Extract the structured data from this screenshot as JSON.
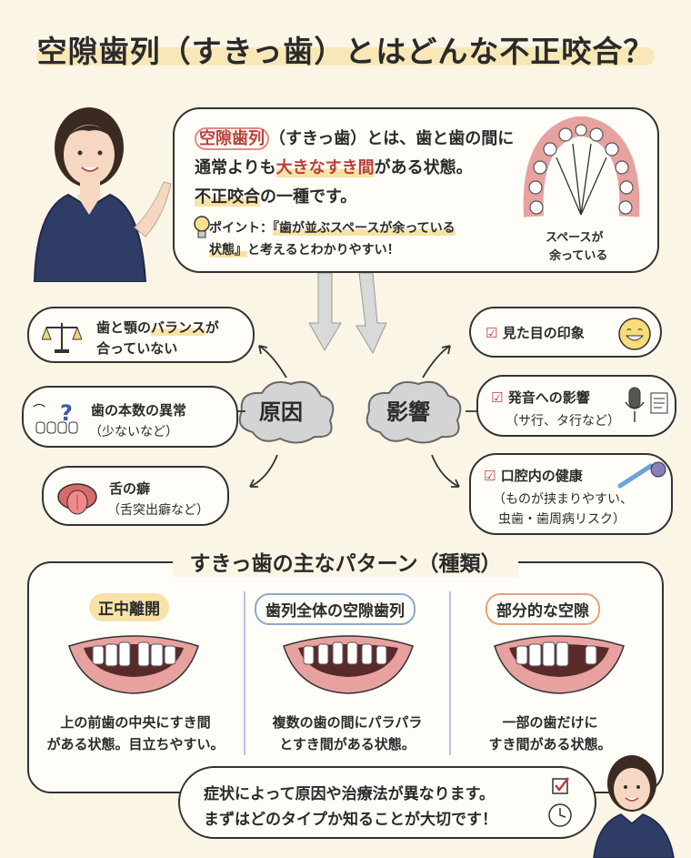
{
  "title": "空隙歯列（すきっ歯）とはどんな不正咬合？",
  "intro": {
    "term": "空隙歯列",
    "line1_rest": "（すきっ歯）とは、歯と歯の間に",
    "line2_pre": "通常よりも",
    "line2_hl": "大きなすき間",
    "line2_post": "がある状態。",
    "line3_hl": "不正咬合",
    "line3_post": "の一種です。",
    "point_label": "ポイント：",
    "point_hl1": "『歯が並ぶスペースが余っている",
    "point_hl2": "状態』",
    "point_post": "と考えるとわかりやすい！",
    "diagram_caption1": "スペースが",
    "diagram_caption2": "余っている"
  },
  "clouds": {
    "cause": "原因",
    "effect": "影響"
  },
  "causes": [
    {
      "line1_pre": "歯と顎の",
      "line1_hl": "バランス",
      "line1_post": "が",
      "line2": "合っていない"
    },
    {
      "line1": "歯の本数の異常",
      "line2": "（少ないなど）"
    },
    {
      "line1": "舌の癖",
      "line2": "（舌突出癖など）"
    }
  ],
  "effects": [
    {
      "line1": "見た目の印象"
    },
    {
      "line1": "発音への影響",
      "line2": "（サ行、タ行など）"
    },
    {
      "line1": "口腔内の健康",
      "line2": "（ものが挟まりやすい、",
      "line3": "虫歯・歯周病リスク）"
    }
  ],
  "patterns_title": "すきっ歯の主なパターン（種類）",
  "patterns": [
    {
      "name": "正中離開",
      "desc1": "上の前歯の中央にすき間",
      "desc2": "がある状態。目立ちやすい。"
    },
    {
      "name": "歯列全体の空隙歯列",
      "desc1": "複数の歯の間にパラパラ",
      "desc2": "とすき間がある状態。"
    },
    {
      "name": "部分的な空隙",
      "desc1": "一部の歯だけに",
      "desc2": "すき間がある状態。"
    }
  ],
  "closing": {
    "line1": "症状によって原因や治療法が異なります。",
    "line2": "まずはどのタイプか知ることが大切です！"
  },
  "colors": {
    "background": "#fbf5e6",
    "highlight": "#f7e3a8",
    "accent_red": "#b8413a",
    "scrubs": "#2e3c66",
    "gum": "#e7a2a0"
  },
  "icons": [
    "scale-icon",
    "tooth-question-icon",
    "tongue-icon",
    "smile-face-icon",
    "microphone-icon",
    "toothbrush-icon",
    "lightbulb-icon",
    "checkbox-icon",
    "clock-icon"
  ]
}
